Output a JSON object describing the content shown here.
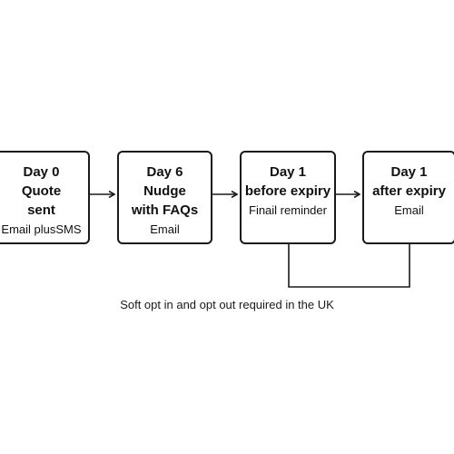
{
  "diagram": {
    "nodes": [
      {
        "title": "Day 0\nQuote\nsent",
        "subtitle": "Email plusSMS"
      },
      {
        "title": "Day 6\nNudge\nwith FAQs",
        "subtitle": "Email"
      },
      {
        "title": "Day 1\nbefore expiry",
        "subtitle": "Finail reminder"
      },
      {
        "title": "Day 1\nafter expiry",
        "subtitle": "Email"
      }
    ],
    "edges": [
      {
        "from": 0,
        "to": 1,
        "type": "arrow"
      },
      {
        "from": 1,
        "to": 2,
        "type": "arrow"
      },
      {
        "from": 2,
        "to": 3,
        "type": "arrow"
      },
      {
        "from": 2,
        "to": 3,
        "type": "bracket-below"
      }
    ],
    "note": "Soft opt in and opt out required in the UK"
  }
}
